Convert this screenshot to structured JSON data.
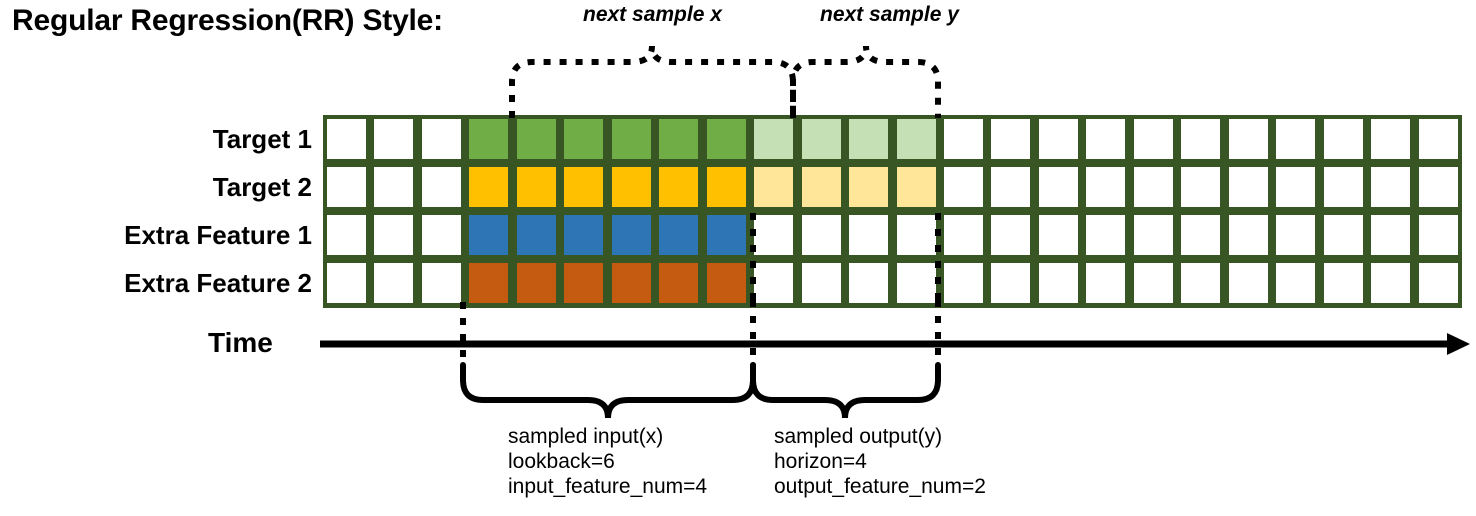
{
  "title": "Regular Regression(RR) Style:",
  "rows": [
    {
      "label": "Target 1",
      "color_key": "green",
      "light_key": "light_green"
    },
    {
      "label": "Target 2",
      "color_key": "yellow",
      "light_key": "light_yellow"
    },
    {
      "label": "Extra Feature 1",
      "color_key": "blue",
      "light_key": null
    },
    {
      "label": "Extra Feature 2",
      "color_key": "orange",
      "light_key": null
    }
  ],
  "grid": {
    "total_columns": 24,
    "leading_blank_columns": 3,
    "input_columns": 6,
    "output_columns": 4,
    "trailing_blank_columns": 11
  },
  "colors": {
    "green": "#70AD47",
    "light_green": "#C5E0B4",
    "yellow": "#FFC000",
    "light_yellow": "#FFE699",
    "blue": "#2E75B6",
    "orange": "#C55A11",
    "white": "#FFFFFF",
    "grid_border": "#375623",
    "ink": "#000000"
  },
  "top_annotations": [
    {
      "label": "next sample x"
    },
    {
      "label": "next sample y"
    }
  ],
  "time_axis": {
    "label": "Time"
  },
  "bottom_annotations": [
    {
      "title": "sampled input(x)",
      "line2": "lookback=6",
      "line3": "input_feature_num=4"
    },
    {
      "title": "sampled output(y)",
      "line2": "horizon=4",
      "line3": "output_feature_num=2"
    }
  ]
}
